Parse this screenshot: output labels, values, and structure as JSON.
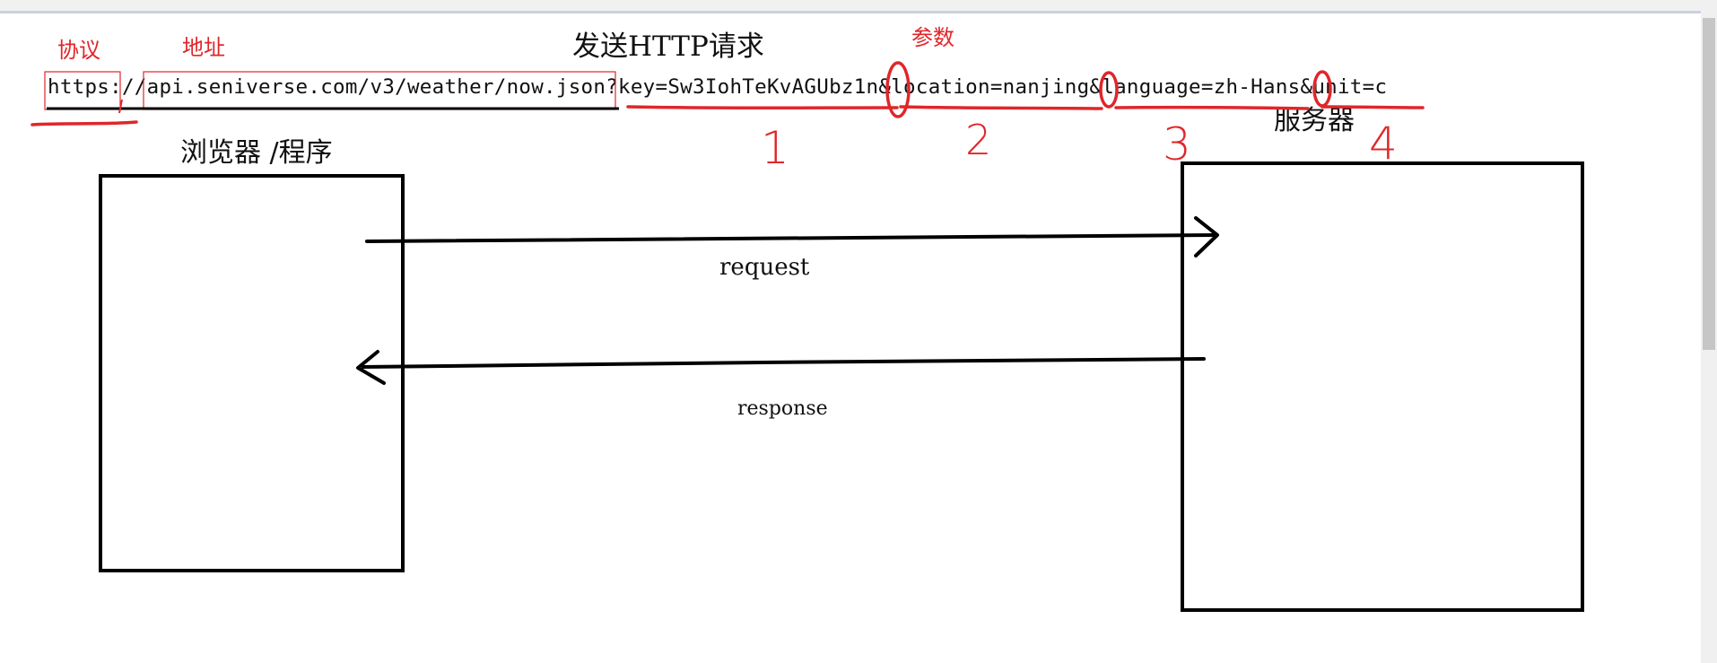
{
  "title": "发送HTTP请求",
  "url": {
    "protocol": "https:",
    "slashes": "//",
    "address": "api.seniverse.com/v3/weather/now.json",
    "qmark": "?",
    "param1": "key=Sw3IohTeKvAGUbz1n",
    "amp1": "&",
    "param2": "location=nanjing",
    "amp2": "&",
    "param3": "language=zh-Hans",
    "amp3": "&",
    "param4": "unit=c"
  },
  "annotations": {
    "protocol": "协议",
    "address": "地址",
    "params": "参数",
    "num1": "1",
    "num2": "2",
    "num3": "3",
    "num4": "4"
  },
  "labels": {
    "browser": "浏览器 /程序",
    "server": "服务器",
    "request": "request",
    "response": "response"
  },
  "colors": {
    "annotation": "#e0262a",
    "ink": "#000000"
  }
}
